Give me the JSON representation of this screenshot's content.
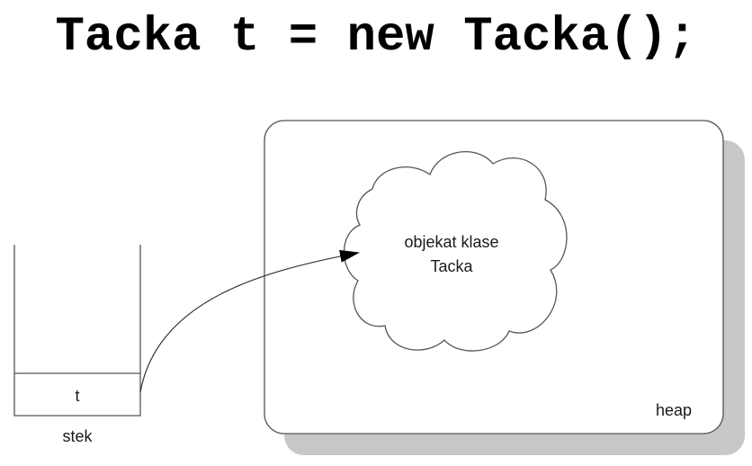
{
  "title": "Tacka t = new Tacka();",
  "stack": {
    "variable_label": "t",
    "caption": "stek"
  },
  "heap": {
    "caption": "heap",
    "object_label_line1": "objekat klase",
    "object_label_line2": "Tacka"
  }
}
